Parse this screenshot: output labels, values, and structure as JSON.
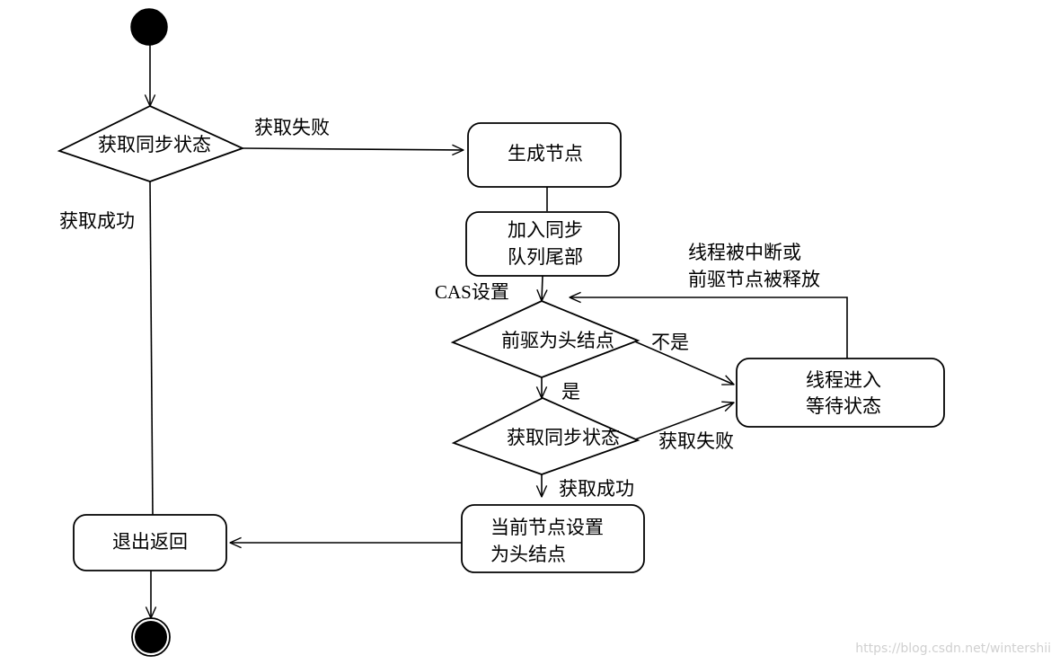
{
  "nodes": {
    "decision_acquire_1": "获取同步状态",
    "create_node": "生成节点",
    "enqueue_line1": "加入同步",
    "enqueue_line2": "队列尾部",
    "decision_pred_head": "前驱为头结点",
    "wait_line1": "线程进入",
    "wait_line2": "等待状态",
    "decision_acquire_2": "获取同步状态",
    "set_head_line1": "当前节点设置",
    "set_head_line2": "为头结点",
    "exit_return": "退出返回"
  },
  "edge_labels": {
    "acquire_fail_1": "获取失败",
    "acquire_success_1": "获取成功",
    "cas_set": "CAS设置",
    "not_head": "不是",
    "is_head": "是",
    "interrupt_line1": "线程被中断或",
    "interrupt_line2": "前驱节点被释放",
    "acquire_fail_2": "获取失败",
    "acquire_success_2": "获取成功"
  },
  "watermark": "https://blog.csdn.net/wintershii"
}
